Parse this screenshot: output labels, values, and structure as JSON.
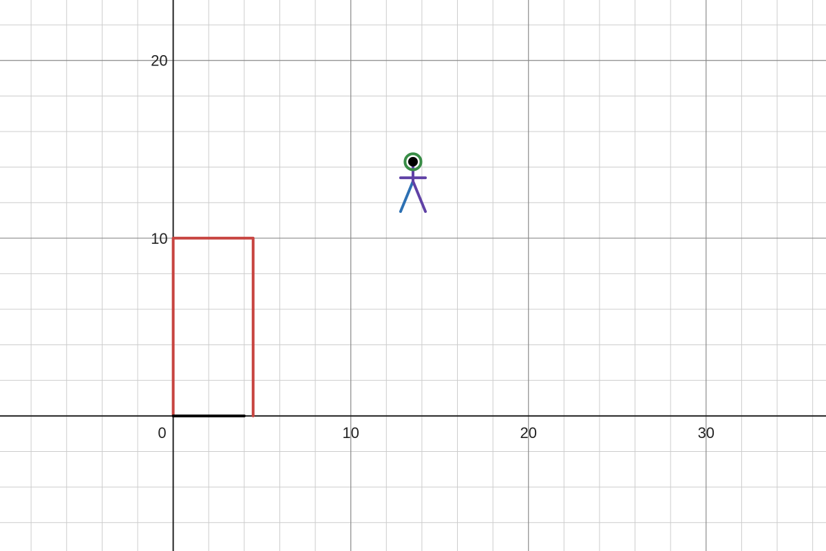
{
  "chart_data": {
    "type": "line",
    "title": "",
    "xlabel": "",
    "ylabel": "",
    "xlim": [
      -9.75,
      36.75
    ],
    "ylim": [
      -7.6,
      23.4
    ],
    "grid": true,
    "minor_step": 2,
    "major_step": 10,
    "x_tick_labels": [
      {
        "value": 0,
        "label": "0"
      },
      {
        "value": 10,
        "label": "10"
      },
      {
        "value": 20,
        "label": "20"
      },
      {
        "value": 30,
        "label": "30"
      }
    ],
    "y_tick_labels": [
      {
        "value": 10,
        "label": "10"
      },
      {
        "value": 20,
        "label": "20"
      }
    ],
    "series": [
      {
        "points": [
          [
            0,
            0
          ],
          [
            0,
            10
          ],
          [
            4.5,
            10
          ],
          [
            4.5,
            0
          ]
        ],
        "color": "#c74440"
      },
      {
        "points": [
          [
            0,
            0
          ],
          [
            4,
            0
          ]
        ],
        "color": "#000000"
      },
      {
        "points": [
          [
            12.8,
            11.5
          ],
          [
            13.5,
            13.2
          ]
        ],
        "color": "#2d70b3"
      },
      {
        "points": [
          [
            13.5,
            13.2
          ],
          [
            14.2,
            11.5
          ]
        ],
        "color": "#6042a6"
      },
      {
        "points": [
          [
            12.8,
            13.4
          ],
          [
            14.2,
            13.4
          ]
        ],
        "color": "#6042a6"
      },
      {
        "points": [
          [
            13.5,
            13.2
          ],
          [
            13.5,
            14.3
          ]
        ],
        "color": "#6042a6"
      }
    ],
    "circles": [
      {
        "center": [
          13.5,
          14.3
        ],
        "radius": 0.45,
        "color": "#388c46"
      }
    ],
    "points": [
      {
        "x": 13.5,
        "y": 14.3,
        "color": "#000000"
      }
    ]
  }
}
